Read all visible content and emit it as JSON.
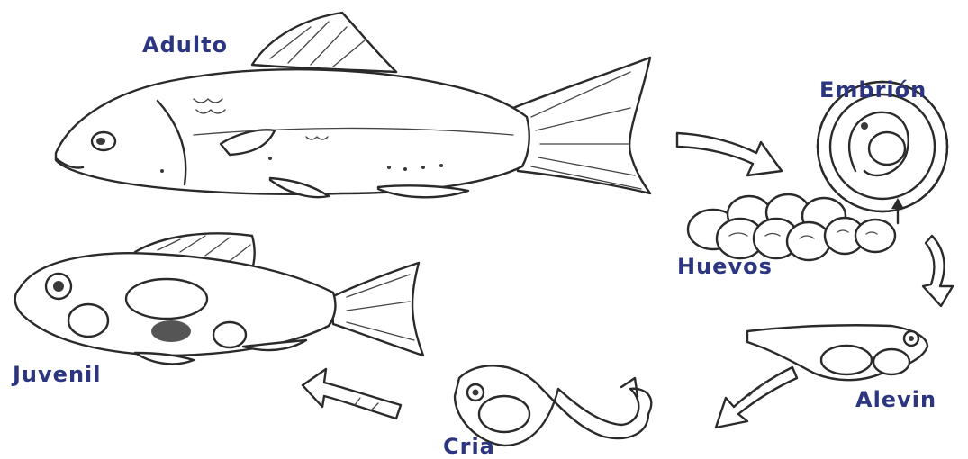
{
  "labels": {
    "adult": "Adulto",
    "embryo": "Embrión",
    "eggs": "Huevos",
    "fry": "Alevin",
    "hatchling": "Cria",
    "juvenile": "Juvenil"
  },
  "colors": {
    "label_text": "#2b3580",
    "ink": "#2a2a2a",
    "background": "#ffffff"
  }
}
